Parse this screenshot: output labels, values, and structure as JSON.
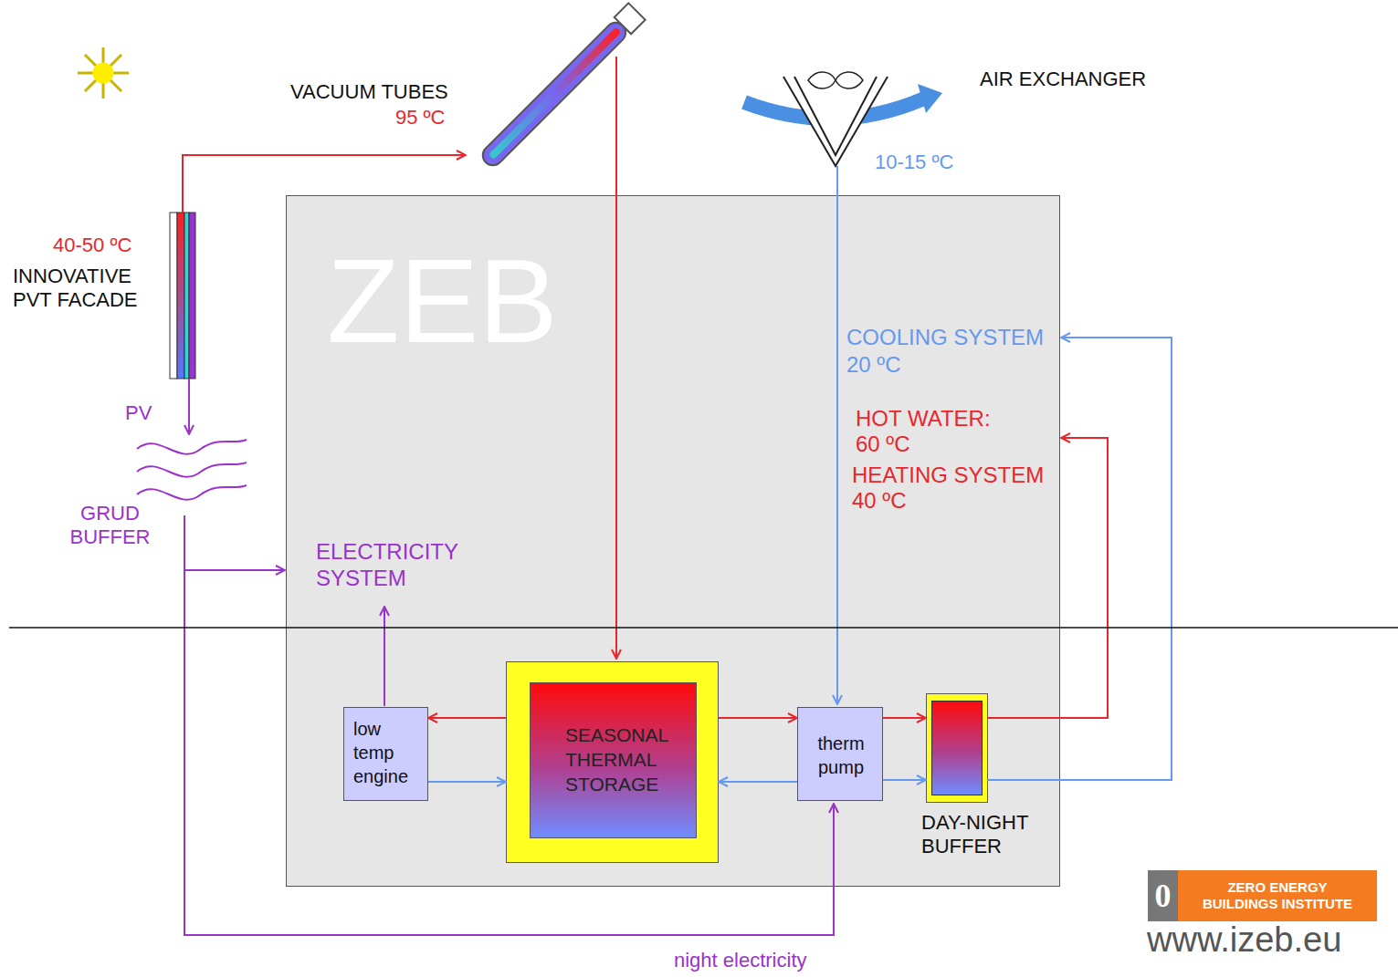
{
  "diagram": {
    "nodes": [
      {
        "text": [
          "ZEB"
        ]
      },
      {
        "text": [
          "low temp engine"
        ],
        "in": 0
      },
      {
        "text": [
          "SEASONAL THERMAL STORAGE"
        ],
        "in": 0
      },
      {
        "text": [
          "therm pump"
        ],
        "in": 0
      },
      {
        "text": [
          "DAY-NIGHT BUFFER"
        ],
        "in": 0
      },
      {
        "text": [
          "0",
          "ZERO ENERGY BUILDINGS INSTITUTE"
        ]
      }
    ],
    "edges": [
      {
        "from": 2,
        "to": 1,
        "arrow": "to"
      },
      {
        "from": 1,
        "to": 2,
        "arrow": "to"
      },
      {
        "from": 2,
        "to": 3,
        "arrow": "to"
      },
      {
        "from": 3,
        "to": 2,
        "arrow": "to"
      },
      {
        "from": 3,
        "to": 4,
        "arrow": "to"
      },
      {
        "from": 3,
        "to": 4,
        "arrow": "to"
      }
    ],
    "labels": [
      "VACUUM TUBES",
      "95 ºC",
      "AIR EXCHANGER",
      "10-15 ºC",
      "40-50 ºC",
      "INNOVATIVE PVT FACADE",
      "PV",
      "GRUD BUFFER",
      "ELECTRICITY SYSTEM",
      "COOLING SYSTEM",
      "20 ºC",
      "HOT WATER:",
      "60 ºC",
      "HEATING SYSTEM",
      "40 ºC",
      "night electricity",
      "www.izeb.eu"
    ]
  }
}
